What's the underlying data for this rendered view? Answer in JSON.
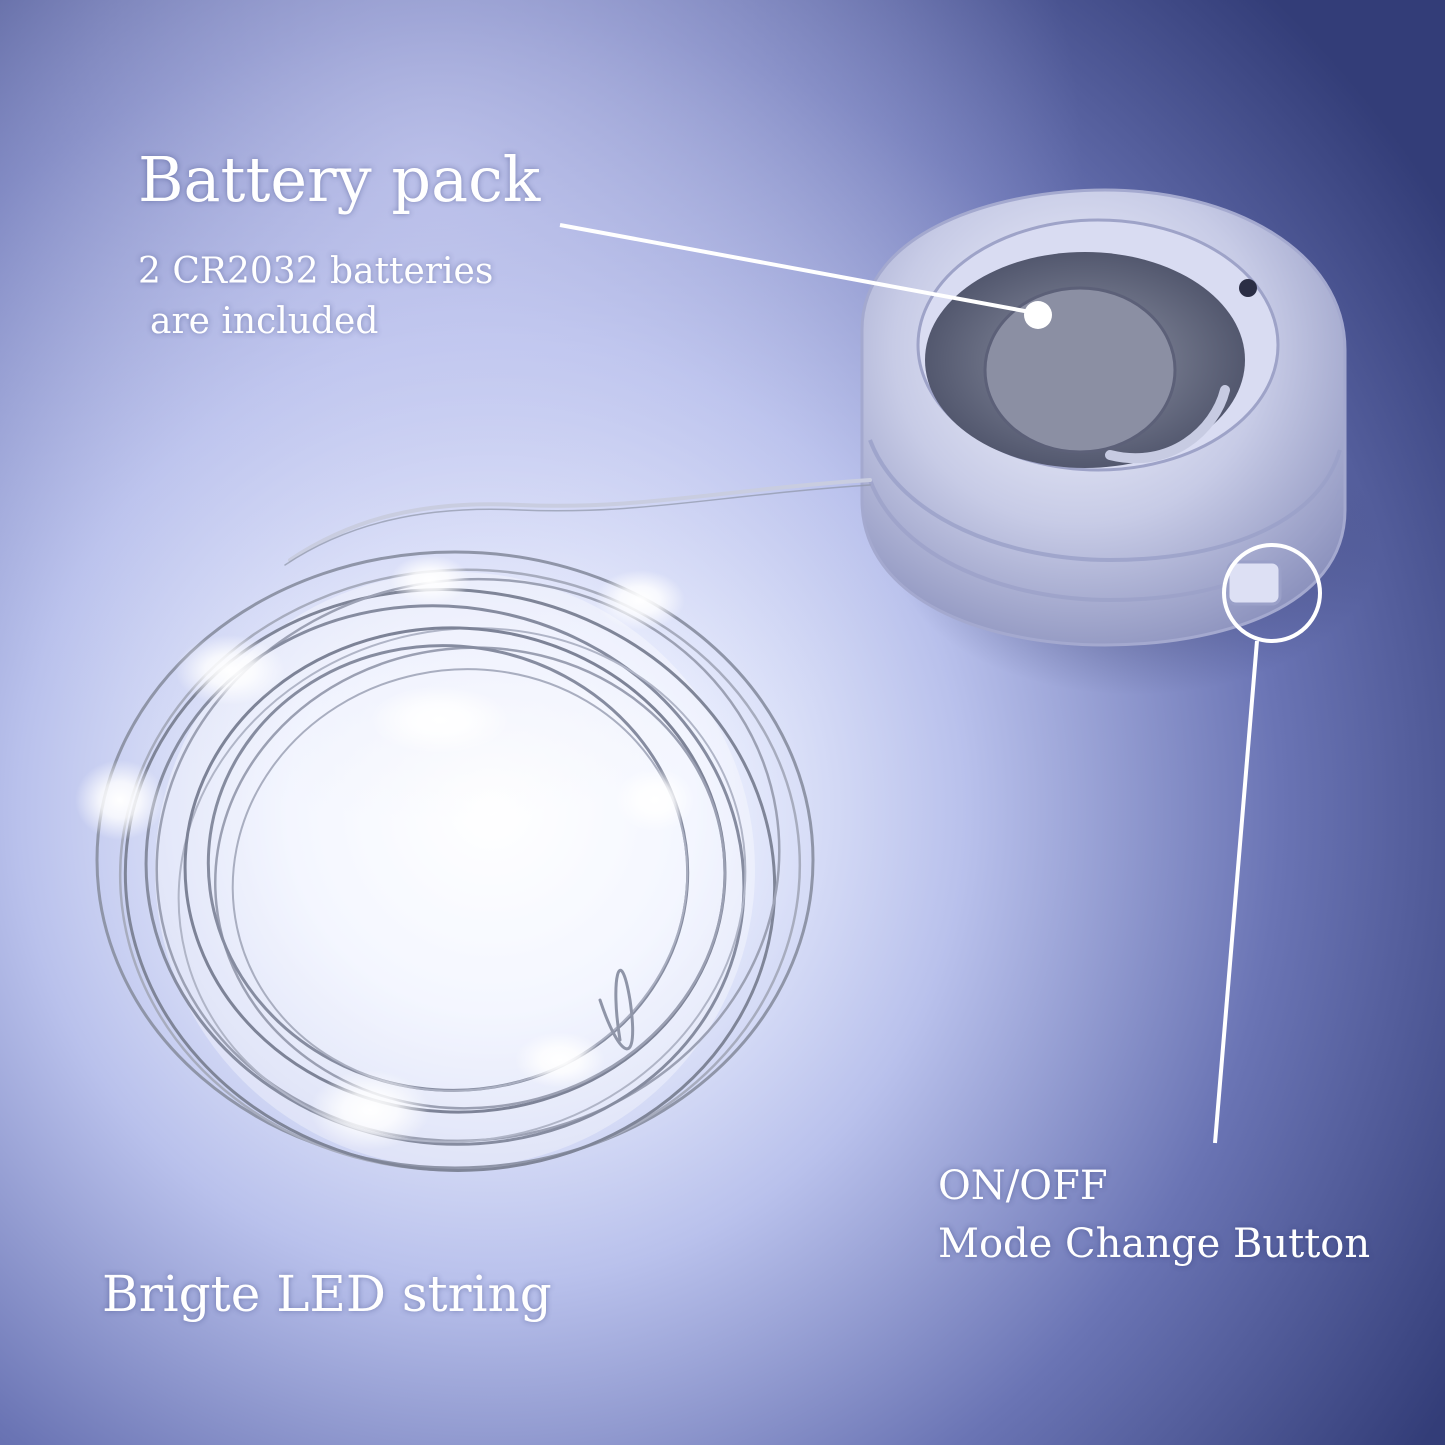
{
  "annotations": {
    "battery_pack": {
      "title": "Battery pack",
      "detail_line_1": "2 CR2032 batteries",
      "detail_line_2": "are included"
    },
    "button": {
      "line_1": "ON/OFF",
      "line_2": "Mode Change Button"
    },
    "led_string": {
      "label": "Brigte LED string"
    }
  },
  "colors": {
    "background_glow": "#eef2ff",
    "background_edge": "#3b4680",
    "annotation_text": "#ffffff",
    "wire": "#8f95a8",
    "led_glow": "#ffffff"
  },
  "icons": {
    "pointer_dot": "white-dot",
    "button_marker": "circle-outline"
  }
}
